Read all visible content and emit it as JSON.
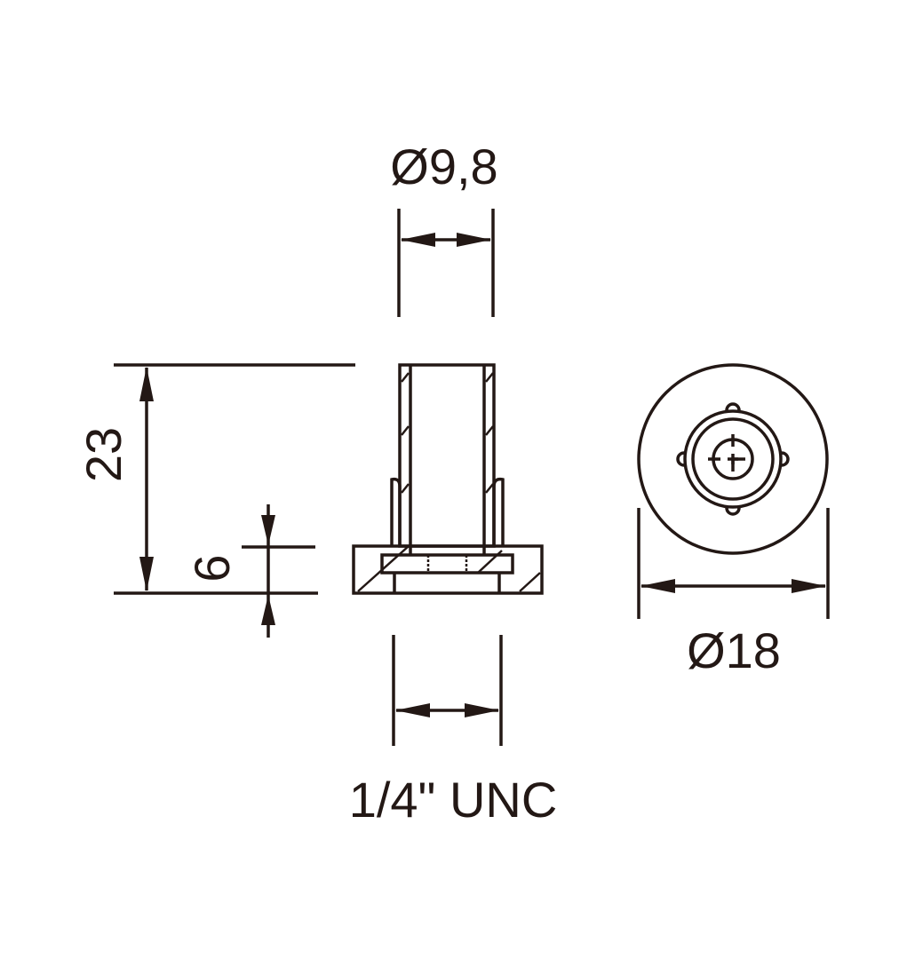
{
  "dimensions": {
    "tube_diameter": "Ø9,8",
    "height": "23",
    "flange_height": "6",
    "thread": "1/4\" UNC",
    "flange_diameter": "Ø18"
  },
  "colors": {
    "line": "#231815",
    "background": "#ffffff"
  }
}
